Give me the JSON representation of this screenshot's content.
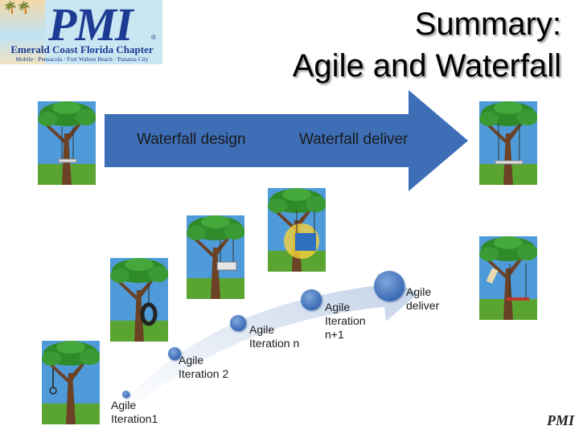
{
  "logo": {
    "brand": "PMI",
    "reg": "®",
    "chapter": "Emerald Coast Florida Chapter",
    "cities": "Mobile · Pensacola · Fort Walton Beach · Panama City"
  },
  "title": {
    "line1": "Summary:",
    "line2": "Agile and Waterfall"
  },
  "waterfall": {
    "design_label": "Waterfall design",
    "deliver_label": "Waterfall deliver"
  },
  "agile": {
    "steps": [
      {
        "line1": "Agile",
        "line2": "Iteration1"
      },
      {
        "line1": "Agile",
        "line2": "Iteration 2"
      },
      {
        "line1": "Agile",
        "line2": "Iteration n"
      },
      {
        "line1": "Agile",
        "line2": "Iteration",
        "line3": "n+1"
      },
      {
        "line1": "Agile",
        "line2": "deliver"
      }
    ]
  },
  "footer_logo": "PMI",
  "colors": {
    "arrow_blue": "#3d6eb6",
    "curve_gradient_start": "#ffffff",
    "curve_gradient_end": "#c9d6ea",
    "dot_blue": "#3b6bb5",
    "grass": "#5aa531",
    "sky": "#4f9bd9",
    "trunk": "#6b4226",
    "foliage": "#2f8a2a"
  },
  "icons": [
    "tree-swing-icon",
    "tire-swing-icon",
    "noose-rope-icon",
    "chair-swing-icon",
    "roller-coaster-chair-icon",
    "simple-swing-icon"
  ]
}
